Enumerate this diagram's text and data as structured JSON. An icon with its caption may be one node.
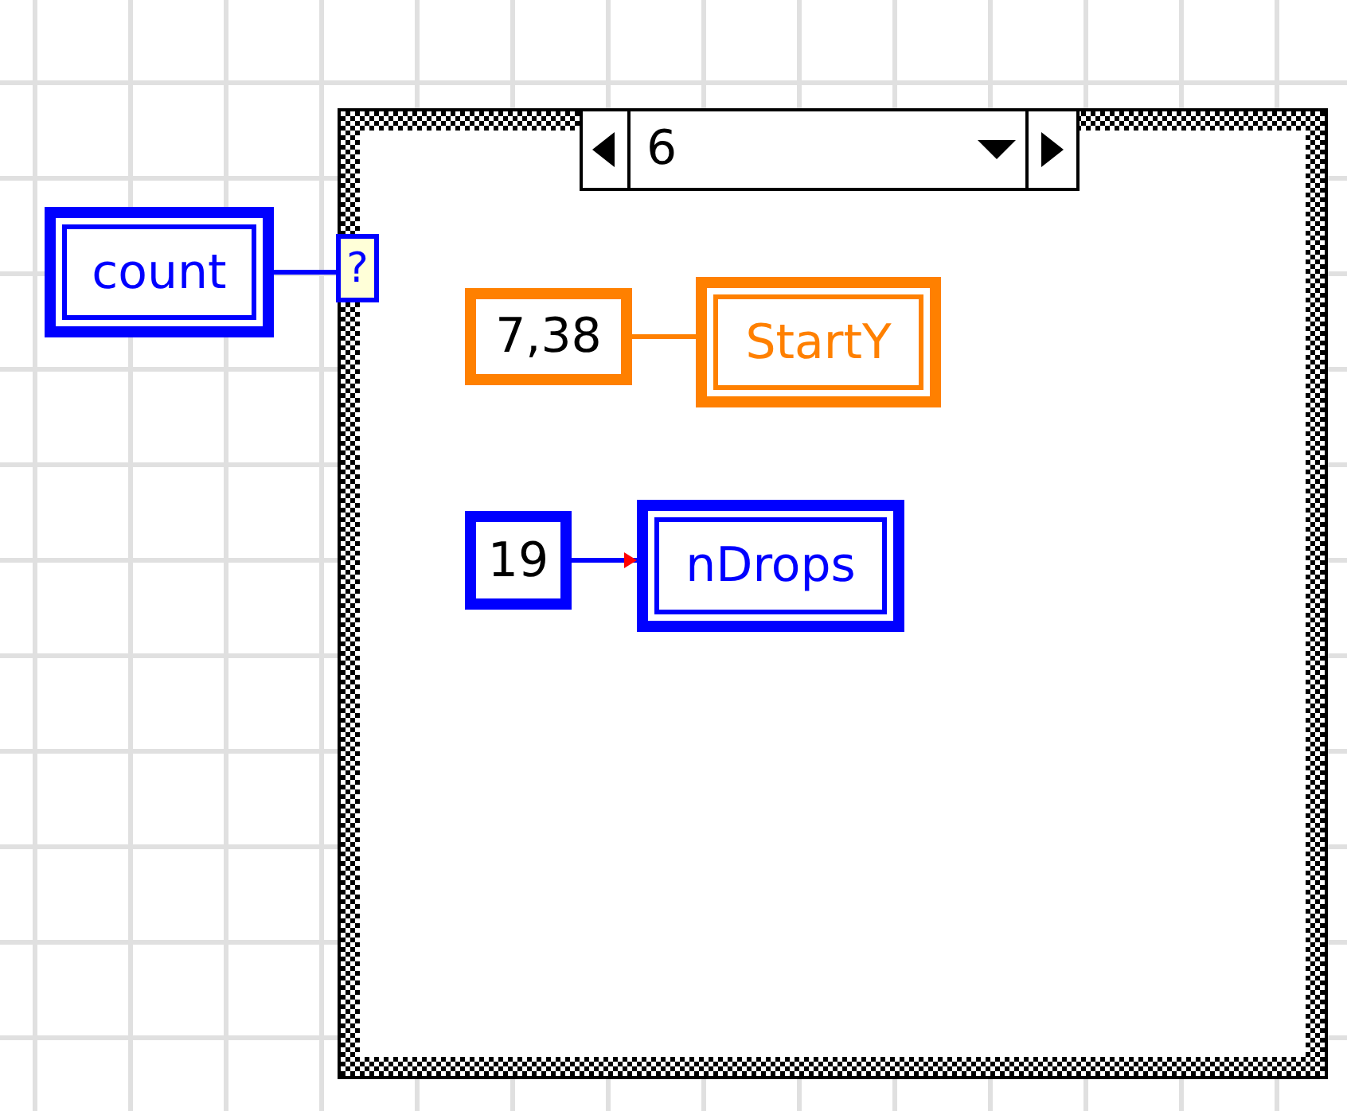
{
  "diagram": {
    "nodes": [
      {
        "text": [
          "6"
        ]
      },
      {
        "text": [
          "count"
        ]
      },
      {
        "text": [
          "?"
        ],
        "in": 0
      },
      {
        "text": [
          "7,38"
        ],
        "in": 0
      },
      {
        "text": [
          "StartY"
        ],
        "in": 0
      },
      {
        "text": [
          "19"
        ],
        "in": 0
      },
      {
        "text": [
          "nDrops"
        ],
        "in": 0
      }
    ],
    "edges": [
      {
        "from": 1,
        "to": 2,
        "arrow": "none"
      },
      {
        "from": 3,
        "to": 4,
        "arrow": "none",
        "color": "#ff8000"
      },
      {
        "from": 5,
        "to": 6,
        "arrow": "to"
      }
    ]
  }
}
